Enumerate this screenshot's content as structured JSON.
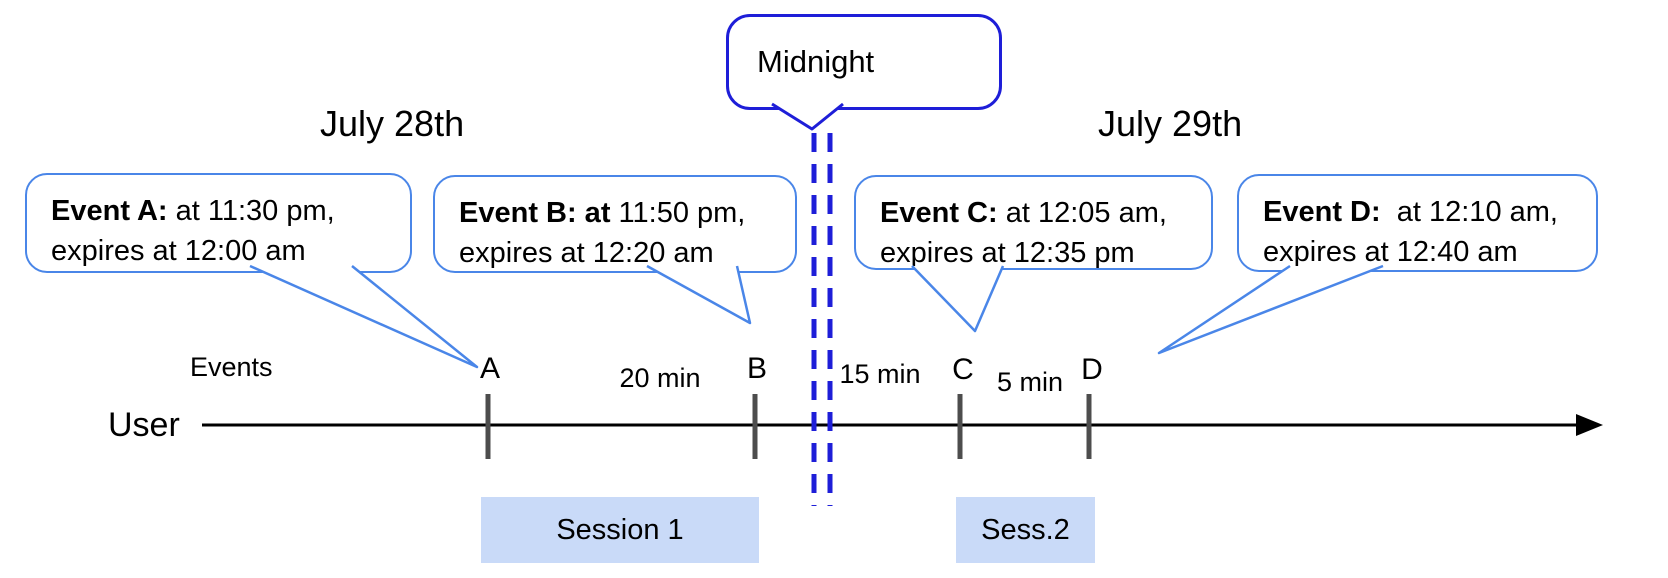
{
  "dates": {
    "left": "July 28th",
    "right": "July 29th"
  },
  "midnight_label": "Midnight",
  "bubbles": [
    {
      "event": "A",
      "line1_bold": "Event A:",
      "line1_rest": " at 11:30 pm,",
      "line2": "expires at 12:00 am"
    },
    {
      "event": "B",
      "line1_bold": "Event B: at",
      "line1_rest": " 11:50 pm,",
      "line2": "expires at 12:20 am"
    },
    {
      "event": "C",
      "line1_bold": "Event C:",
      "line1_rest": " at 12:05 am,",
      "line2": "expires at 12:35 pm"
    },
    {
      "event": "D",
      "line1_bold": "Event D:",
      "line1_rest": "  at 12:10 am,",
      "line2": "expires at 12:40 am"
    }
  ],
  "timeline": {
    "row_labels": {
      "events": "Events",
      "user": "User"
    },
    "ticks": [
      "A",
      "B",
      "C",
      "D"
    ],
    "intervals": [
      "20 min",
      "15 min",
      "5 min"
    ]
  },
  "sessions": [
    "Session 1",
    "Sess.2"
  ],
  "colors": {
    "event_bubble_border": "#4a86e8",
    "midnight_border": "#1e1ed8",
    "dashed_midnight_line": "#1e1ed8",
    "session_fill": "#c9daf8",
    "tick_mark": "#4d4d4d",
    "timeline_axis": "#000000"
  }
}
